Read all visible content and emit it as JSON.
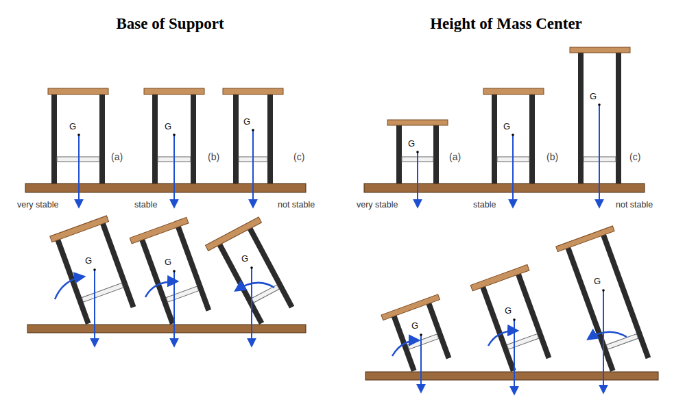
{
  "diagram": {
    "labels": [
      "Base of Support",
      "Height of Mass Center",
      "G",
      "(a)",
      "G",
      "(b)",
      "G",
      "(c)",
      "very stable",
      "stable",
      "not stable",
      "G",
      "G",
      "G",
      "G",
      "(a)",
      "G",
      "(b)",
      "G",
      "(c)",
      "very stable",
      "stable",
      "not stable",
      "G",
      "G",
      "G"
    ]
  }
}
